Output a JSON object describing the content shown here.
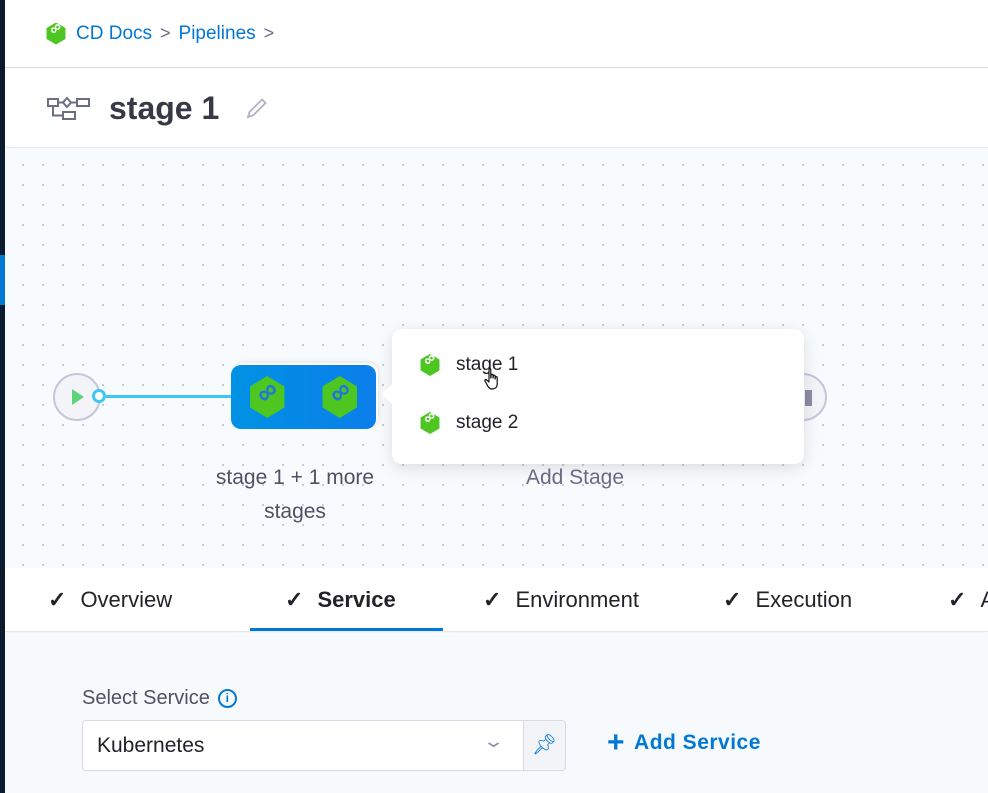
{
  "breadcrumbs": [
    {
      "label": "CD Docs",
      "icon": "cd-module-icon"
    },
    {
      "label": "Pipelines"
    }
  ],
  "header": {
    "title": "stage 1",
    "icon": "pipeline-stages-icon"
  },
  "canvas": {
    "group_node_label": "stage 1 + 1 more stages",
    "add_stage_label": "Add Stage",
    "popover": {
      "items": [
        {
          "label": "stage 1"
        },
        {
          "label": "stage 2"
        }
      ]
    }
  },
  "tabs": [
    {
      "label": "Overview",
      "checked": true
    },
    {
      "label": "Service",
      "checked": true,
      "active": true
    },
    {
      "label": "Environment",
      "checked": true
    },
    {
      "label": "Execution",
      "checked": true
    },
    {
      "label": "A",
      "checked": true
    }
  ],
  "service": {
    "label": "Select Service",
    "value": "Kubernetes",
    "add_label": "Add Service"
  },
  "colors": {
    "accent": "#0278d5",
    "stage_green": "#4dc621",
    "node_blue": "#0092e4"
  }
}
